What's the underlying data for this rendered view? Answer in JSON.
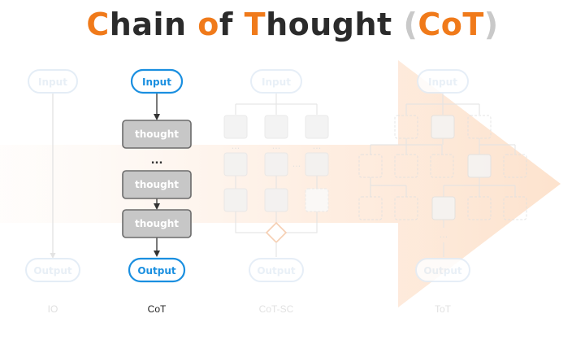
{
  "title": {
    "part1_hl": "C",
    "part1": "hain ",
    "part2_hl": "o",
    "part2": "f ",
    "part3_hl": "T",
    "part3": "hought ",
    "paren_open": "(",
    "paren_word": "CoT",
    "paren_close": ")"
  },
  "colors": {
    "accent_orange": "#f07a1a",
    "io_blue": "#1a8fe0",
    "thought_fill": "#c7c7c7",
    "thought_stroke": "#6b6b6b",
    "faded": "#e2e2e2"
  },
  "columns": {
    "io": {
      "label": "IO",
      "input": "Input",
      "output": "Output"
    },
    "cot": {
      "label": "CoT",
      "input": "Input",
      "output": "Output",
      "thought": "thought",
      "ellipsis": "..."
    },
    "cotsc": {
      "label": "CoT-SC",
      "input": "Input",
      "output": "Output",
      "ellipsis": "..."
    },
    "tot": {
      "label": "ToT",
      "input": "Input",
      "output": "Output",
      "ellipsis": "..."
    }
  }
}
